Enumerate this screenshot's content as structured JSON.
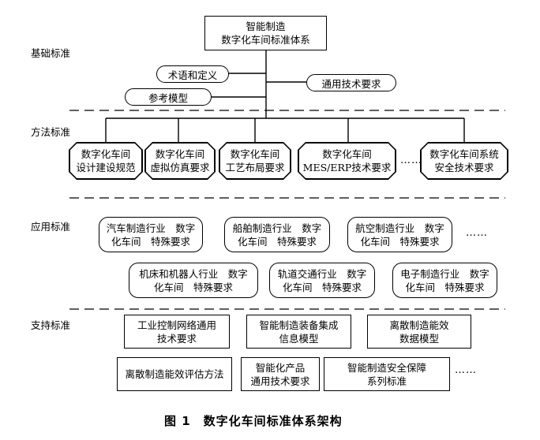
{
  "layers": {
    "basic": "基础标准",
    "method": "方法标准",
    "application": "应用标准",
    "support": "支持标准"
  },
  "top": {
    "title": "智能制造\n数字化车间标准体系"
  },
  "basic_items": {
    "terms": "术语和定义",
    "reference_model": "参考模型",
    "general_tech": "通用技术要求"
  },
  "method_items": [
    "数字化车间\n设计建设规范",
    "数字化车间\n虚拟仿真要求",
    "数字化车间\n工艺布局要求",
    "数字化车间\nMES/ERP技术要求",
    "数字化车间系统\n安全技术要求"
  ],
  "application_items": [
    "汽车制造行业　数字\n化车间　特殊要求",
    "船舶制造行业　数字\n化车间　特殊要求",
    "航空制造行业　数字\n化车间　特殊要求",
    "机床和机器人行业　数字\n化车间　特殊要求",
    "轨道交通行业　数字\n化车间　特殊要求",
    "电子制造行业　数字\n化车间　特殊要求"
  ],
  "support_items": [
    "工业控制网络通用\n技术要求",
    "智能制造装备集成\n信息模型",
    "离散制造能效\n数据模型",
    "离散制造能效评估方法",
    "智能化产品\n通用技术要求",
    "智能制造安全保障\n系列标准"
  ],
  "ellipsis": "……",
  "caption": "图 1　数字化车间标准体系架构"
}
